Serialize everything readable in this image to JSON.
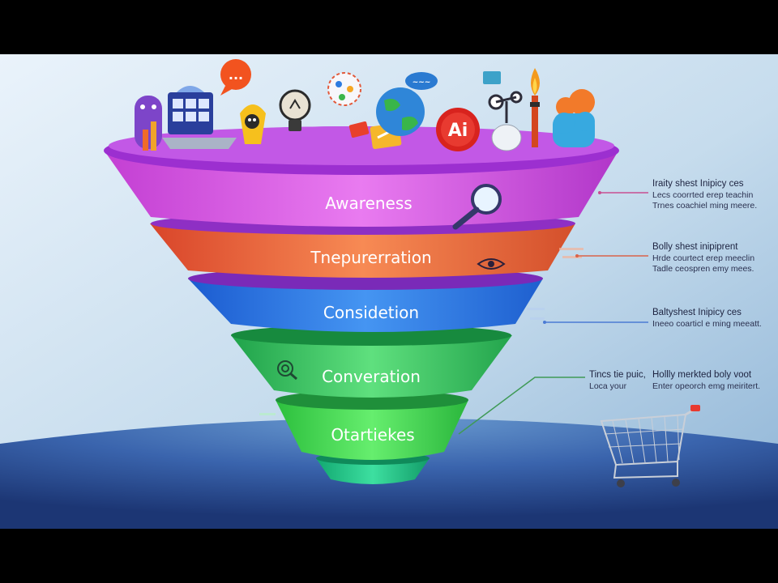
{
  "funnel": {
    "stages": [
      {
        "label": "Awareness",
        "color": "#e05ee8"
      },
      {
        "label": "Tnepurerration",
        "color": "#ee6a3c"
      },
      {
        "label": "Considetion",
        "color": "#2f7be6"
      },
      {
        "label": "Converation",
        "color": "#34c35e"
      },
      {
        "label": "Otartiekes",
        "color": "#3fd35a"
      }
    ],
    "rim_color": "#a24ee0"
  },
  "annotations": [
    {
      "title": "Iraity shest Inipicy ces",
      "lines": [
        "Lecs coorrted erep teachin",
        "Trnes coachiel ming meere."
      ]
    },
    {
      "title": "Bolly shest inipiprent",
      "lines": [
        "Hrde courtect erep meeclin",
        "Tadle ceospren emy mees."
      ]
    },
    {
      "title": "Baltyshest Inipicy ces",
      "lines": [
        "Ineeo coarticl e ming meeatt."
      ]
    },
    {
      "title": "Hollly merkted boly voot",
      "lines": [
        "Enter opeorch emg meiritert."
      ]
    }
  ],
  "side_note": {
    "title": "Tincs tie puic,",
    "subtitle": "Loca your"
  },
  "icons": {
    "ai_badge": "Ai",
    "speech_bubble": "...",
    "names": [
      "bar-chart-icon",
      "laptop-icon",
      "speech-bubble-icon",
      "robot-icon",
      "lightbulb-icon",
      "network-icon",
      "tags-icon",
      "globe-icon",
      "ai-badge-icon",
      "robot-arm-icon",
      "torch-icon",
      "cloud-icon",
      "magnifier-icon",
      "eye-icon",
      "target-icon",
      "shopping-cart-icon"
    ]
  }
}
